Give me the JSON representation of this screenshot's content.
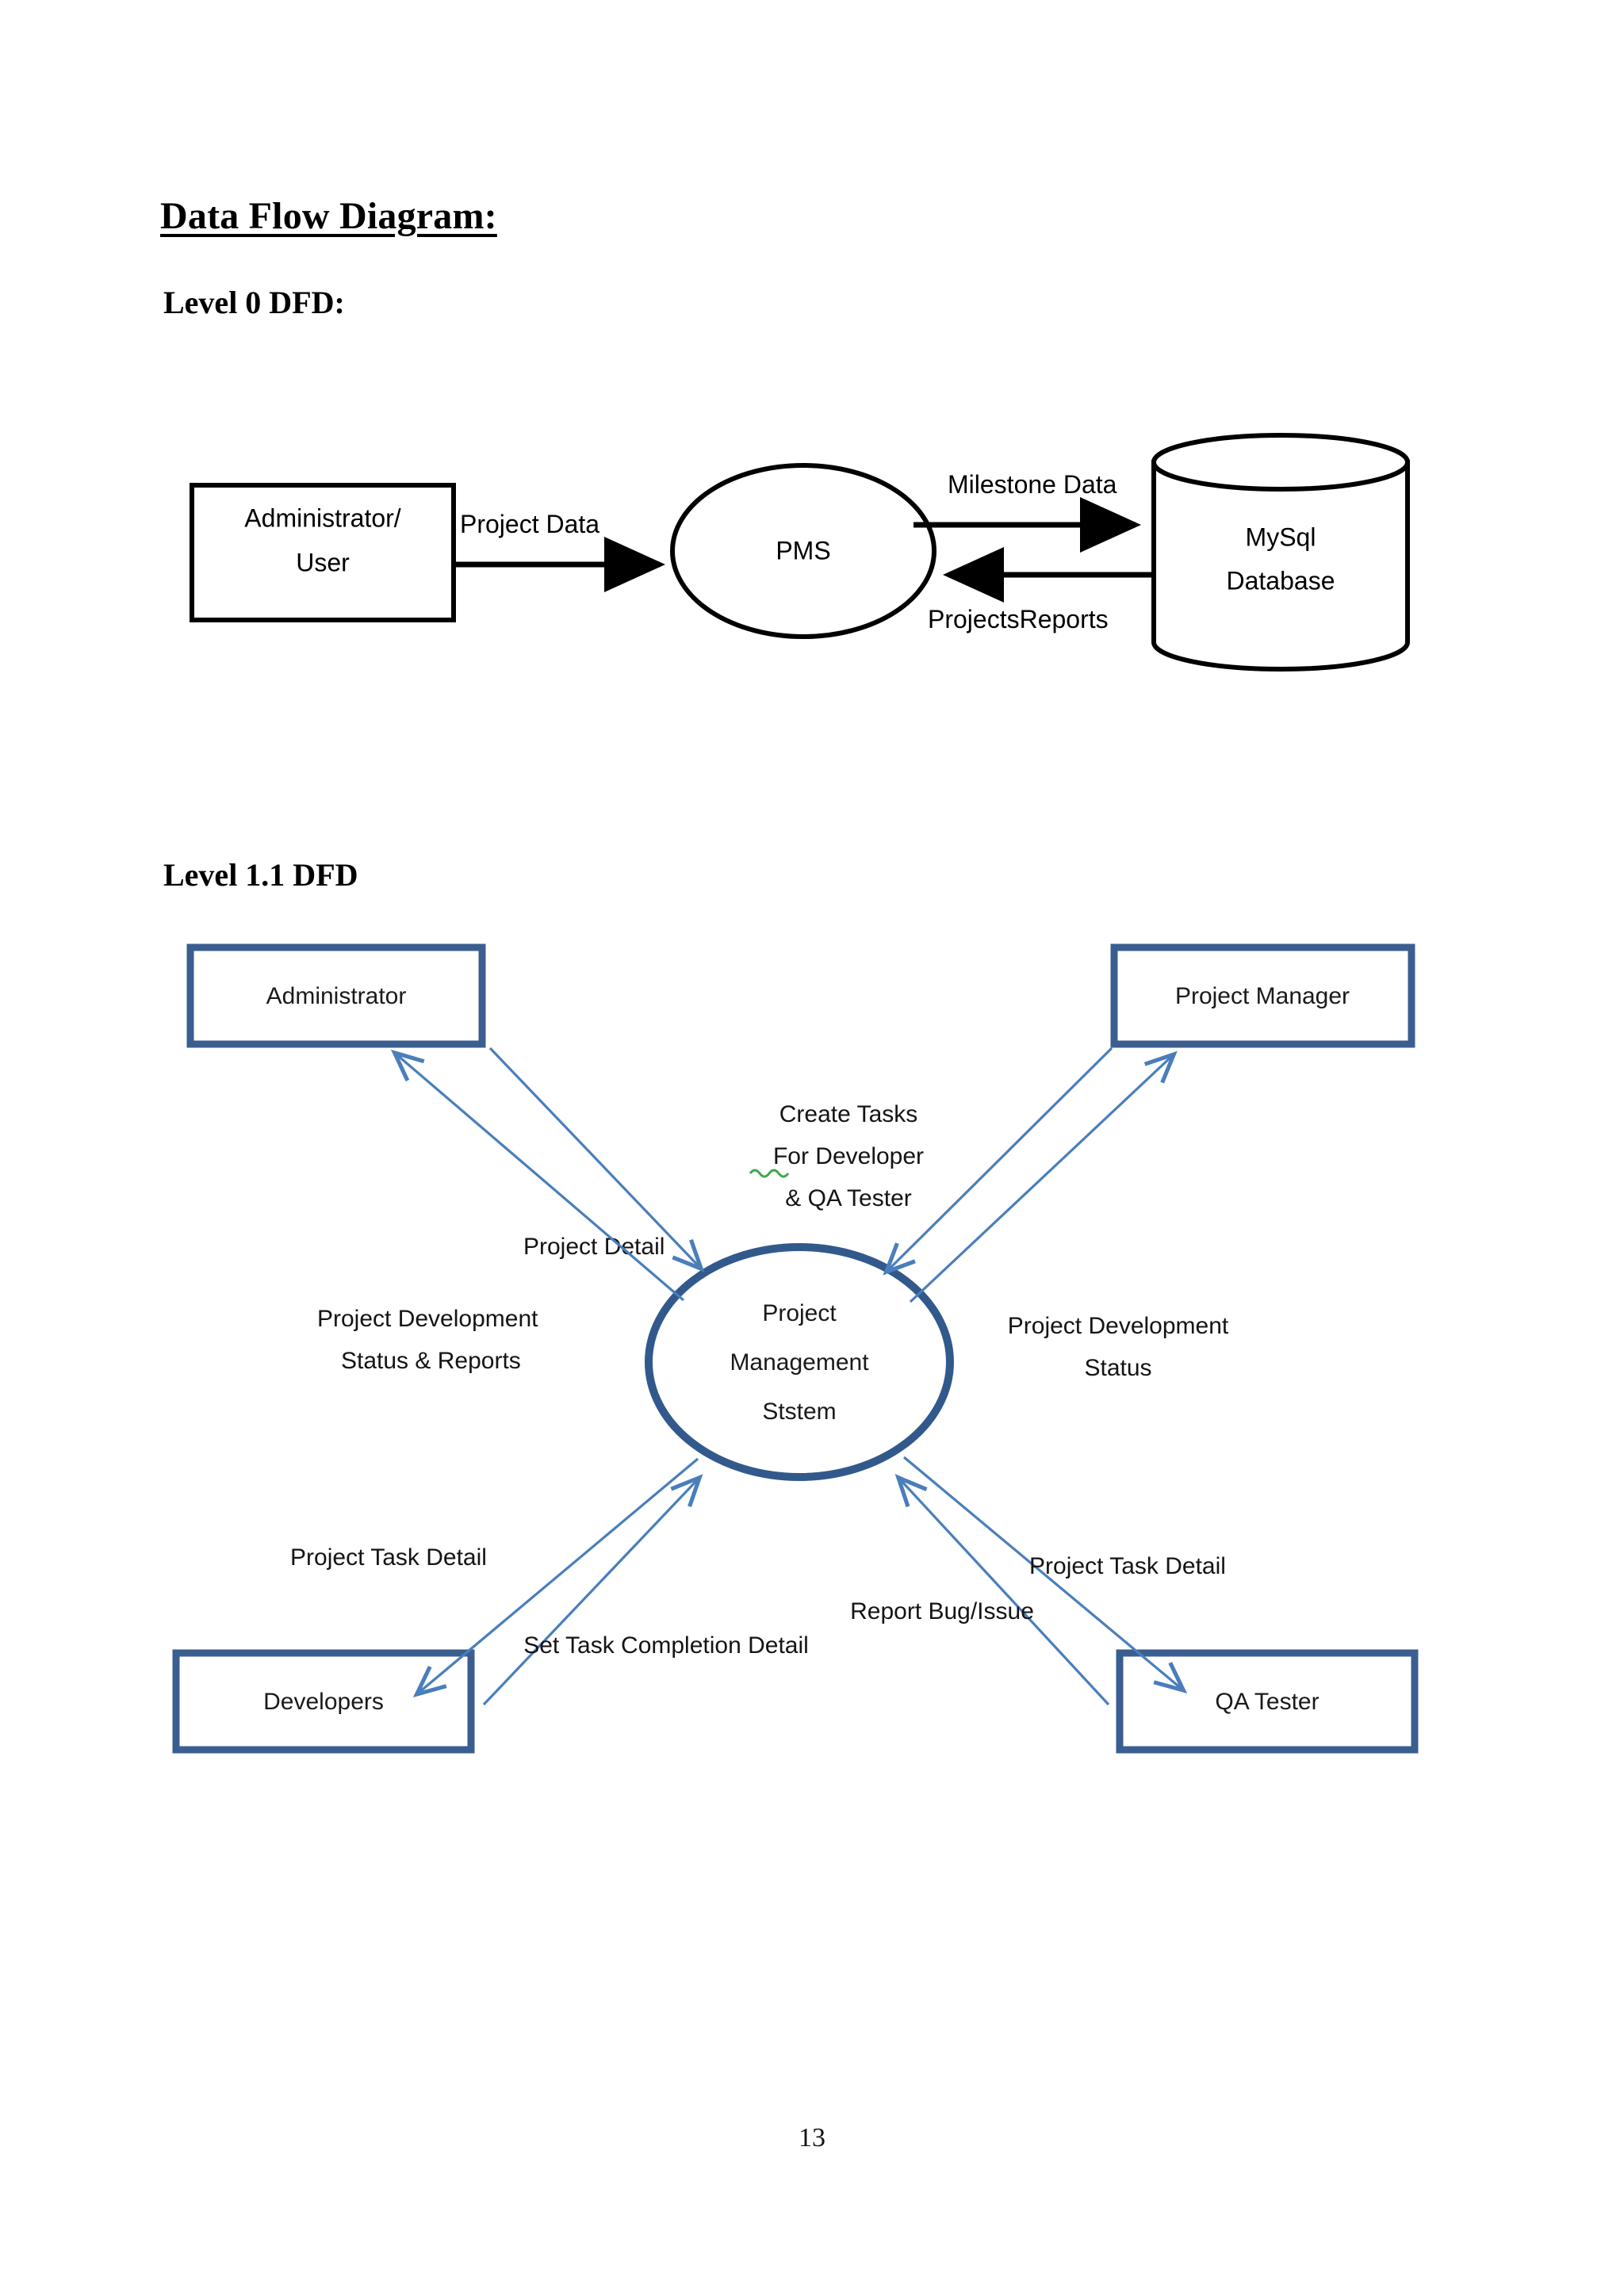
{
  "document": {
    "main_heading": "Data Flow Diagram:",
    "page_number": "13"
  },
  "level0": {
    "heading": "Level 0 DFD:",
    "nodes": {
      "external_entity": {
        "line1": "Administrator/",
        "line2": "User"
      },
      "process": {
        "label": "PMS"
      },
      "datastore": {
        "line1": "MySql",
        "line2": "Database"
      }
    },
    "flows": {
      "project_data": "Project Data",
      "milestone_data": "Milestone Data",
      "projects_reports": "ProjectsReports"
    }
  },
  "level11": {
    "heading": "Level 1.1 DFD",
    "nodes": {
      "administrator": "Administrator",
      "project_manager": "Project Manager",
      "developers": "Developers",
      "qa_tester": "QA Tester",
      "center_process": {
        "line1": "Project",
        "line2": "Management",
        "line3": "Ststem"
      }
    },
    "flows": {
      "project_detail": "Project Detail",
      "project_development_status_reports_l1": "Project Development",
      "project_development_status_reports_l2": "Status & Reports",
      "create_tasks_l1": "Create Tasks",
      "create_tasks_l2": "For Developer",
      "create_tasks_l3": "& QA Tester",
      "project_development_status_l1": "Project Development",
      "project_development_status_l2": "Status",
      "project_task_detail_left": "Project Task Detail",
      "set_task_completion_detail": "Set Task Completion Detail",
      "project_task_detail_right": "Project Task Detail",
      "report_bug_issue": "Report Bug/Issue"
    }
  },
  "colors": {
    "diagram_black": "#000000",
    "node_border_blue": "#3B5E91",
    "arrow_blue": "#4A7EBB",
    "spellcheck_green": "#3DA64A"
  },
  "chart_data": {
    "type": "diagram",
    "title": "Data Flow Diagram",
    "diagrams": [
      {
        "name": "Level 0 DFD",
        "nodes": [
          {
            "id": "admin_user",
            "label": "Administrator/ User",
            "shape": "rectangle"
          },
          {
            "id": "pms",
            "label": "PMS",
            "shape": "ellipse"
          },
          {
            "id": "mysql",
            "label": "MySql Database",
            "shape": "cylinder"
          }
        ],
        "edges": [
          {
            "from": "admin_user",
            "to": "pms",
            "label": "Project Data"
          },
          {
            "from": "pms",
            "to": "mysql",
            "label": "Milestone Data"
          },
          {
            "from": "mysql",
            "to": "pms",
            "label": "ProjectsReports"
          }
        ]
      },
      {
        "name": "Level 1.1 DFD",
        "nodes": [
          {
            "id": "administrator",
            "label": "Administrator",
            "shape": "rectangle"
          },
          {
            "id": "project_manager",
            "label": "Project Manager",
            "shape": "rectangle"
          },
          {
            "id": "developers",
            "label": "Developers",
            "shape": "rectangle"
          },
          {
            "id": "qa_tester",
            "label": "QA Tester",
            "shape": "rectangle"
          },
          {
            "id": "pms",
            "label": "Project Management Ststem",
            "shape": "ellipse"
          }
        ],
        "edges": [
          {
            "from": "administrator",
            "to": "pms",
            "label": "Project Detail"
          },
          {
            "from": "pms",
            "to": "administrator",
            "label": "Project Development Status & Reports"
          },
          {
            "from": "project_manager",
            "to": "pms",
            "label": "Create Tasks For Developer & QA Tester"
          },
          {
            "from": "pms",
            "to": "project_manager",
            "label": "Project Development Status"
          },
          {
            "from": "pms",
            "to": "developers",
            "label": "Project Task Detail"
          },
          {
            "from": "developers",
            "to": "pms",
            "label": "Set Task Completion Detail"
          },
          {
            "from": "pms",
            "to": "qa_tester",
            "label": "Project Task Detail"
          },
          {
            "from": "qa_tester",
            "to": "pms",
            "label": "Report Bug/Issue"
          }
        ]
      }
    ]
  }
}
